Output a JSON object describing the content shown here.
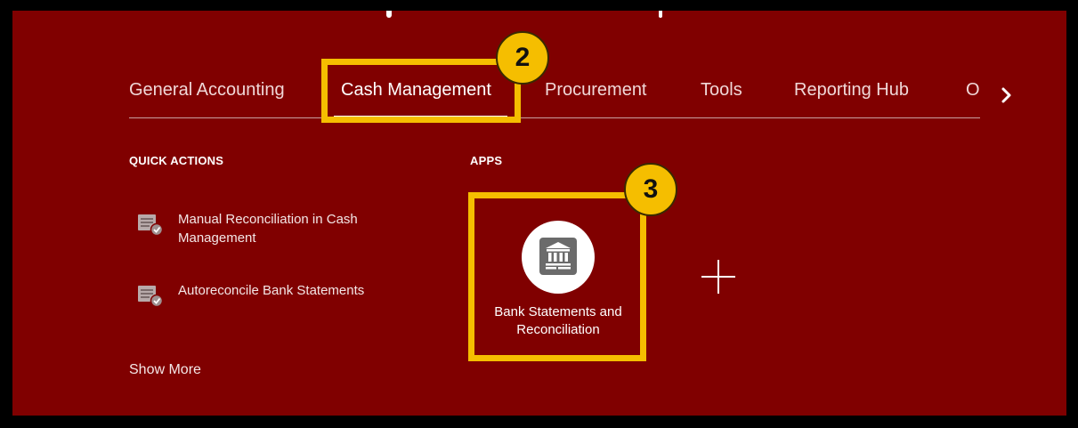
{
  "nav": {
    "tabs": [
      {
        "label": "General Accounting"
      },
      {
        "label": "Cash Management"
      },
      {
        "label": "Procurement"
      },
      {
        "label": "Tools"
      },
      {
        "label": "Reporting Hub"
      },
      {
        "label": "O"
      }
    ],
    "active_tab": "Cash Management",
    "next_icon": "chevron-right-icon"
  },
  "quick_actions": {
    "title": "QUICK ACTIONS",
    "items": [
      {
        "label": "Manual Reconciliation in Cash Management",
        "icon": "task-list-check-icon"
      },
      {
        "label": "Autoreconcile Bank Statements",
        "icon": "task-list-check-icon"
      }
    ],
    "show_more": "Show More"
  },
  "apps": {
    "title": "APPS",
    "tiles": [
      {
        "label": "Bank Statements and Reconciliation",
        "icon": "bank-icon"
      }
    ],
    "add_icon": "plus-icon"
  },
  "annotations": [
    {
      "number": "2"
    },
    {
      "number": "3"
    }
  ],
  "colors": {
    "background": "#800000",
    "frame": "#000000",
    "highlight": "#f5be00",
    "text": "#ffffff"
  }
}
